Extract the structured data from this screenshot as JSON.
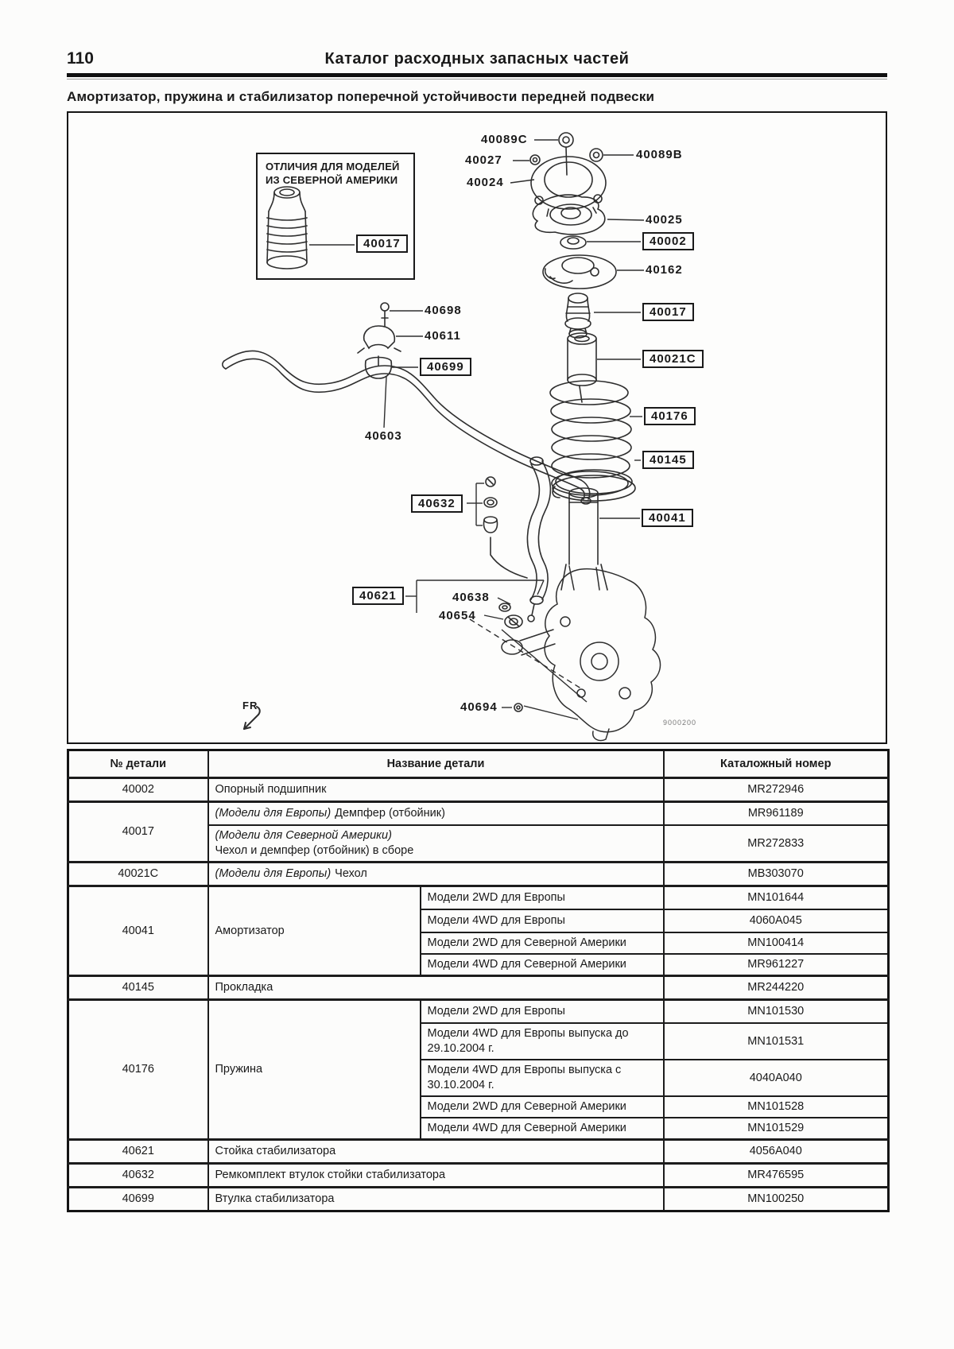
{
  "page": {
    "number": "110",
    "header_title": "Каталог расходных запасных частей",
    "section_title": "Амортизатор, пружина и стабилизатор поперечной устойчивости передней подвески"
  },
  "figure": {
    "inset": {
      "title_line1": "ОТЛИЧИЯ ДЛЯ МОДЕЛЕЙ",
      "title_line2": "ИЗ СЕВЕРНОЙ АМЕРИКИ",
      "label": "40017"
    },
    "fr_label": "FR",
    "code": "9000200",
    "labels": [
      {
        "id": "40089C",
        "text": "40089C",
        "boxed": false
      },
      {
        "id": "40089B",
        "text": "40089B",
        "boxed": false
      },
      {
        "id": "40027",
        "text": "40027",
        "boxed": false
      },
      {
        "id": "40024",
        "text": "40024",
        "boxed": false
      },
      {
        "id": "40025",
        "text": "40025",
        "boxed": false
      },
      {
        "id": "40002",
        "text": "40002",
        "boxed": true
      },
      {
        "id": "40162",
        "text": "40162",
        "boxed": false
      },
      {
        "id": "40017",
        "text": "40017",
        "boxed": true
      },
      {
        "id": "40021C",
        "text": "40021C",
        "boxed": true
      },
      {
        "id": "40176",
        "text": "40176",
        "boxed": true
      },
      {
        "id": "40145",
        "text": "40145",
        "boxed": true
      },
      {
        "id": "40041",
        "text": "40041",
        "boxed": true
      },
      {
        "id": "40698",
        "text": "40698",
        "boxed": false
      },
      {
        "id": "40611",
        "text": "40611",
        "boxed": false
      },
      {
        "id": "40699",
        "text": "40699",
        "boxed": true
      },
      {
        "id": "40603",
        "text": "40603",
        "boxed": false
      },
      {
        "id": "40632",
        "text": "40632",
        "boxed": true
      },
      {
        "id": "40621",
        "text": "40621",
        "boxed": true
      },
      {
        "id": "40638",
        "text": "40638",
        "boxed": false
      },
      {
        "id": "40654",
        "text": "40654",
        "boxed": false
      },
      {
        "id": "40694",
        "text": "40694",
        "boxed": false
      }
    ]
  },
  "table": {
    "headers": [
      "№ детали",
      "Название детали",
      "Каталожный номер"
    ],
    "groups": [
      {
        "part": "40002",
        "rows": [
          {
            "name": "Опорный подшипник",
            "code": "MR272946"
          }
        ]
      },
      {
        "part": "40017",
        "rows": [
          {
            "prefix": "(Модели для Европы)",
            "name": "Демпфер (отбойник)",
            "code": "MR961189"
          },
          {
            "prefix": "(Модели для Северной Америки)",
            "name": "Чехол и демпфер (отбойник) в сборе",
            "code": "MR272833"
          }
        ]
      },
      {
        "part": "40021C",
        "rows": [
          {
            "prefix": "(Модели для Европы)",
            "name": "Чехол",
            "code": "MB303070"
          }
        ]
      },
      {
        "part": "40041",
        "name": "Амортизатор",
        "subrows": [
          {
            "variant": "Модели 2WD для Европы",
            "code": "MN101644"
          },
          {
            "variant": "Модели 4WD для Европы",
            "code": "4060A045"
          },
          {
            "variant": "Модели 2WD для Северной Америки",
            "code": "MN100414"
          },
          {
            "variant": "Модели 4WD для Северной Америки",
            "code": "MR961227"
          }
        ]
      },
      {
        "part": "40145",
        "rows": [
          {
            "name": "Прокладка",
            "code": "MR244220"
          }
        ]
      },
      {
        "part": "40176",
        "name": "Пружина",
        "subrows": [
          {
            "variant": "Модели 2WD для Европы",
            "code": "MN101530"
          },
          {
            "variant": "Модели 4WD для Европы выпуска до 29.10.2004 г.",
            "code": "MN101531"
          },
          {
            "variant": "Модели 4WD для Европы выпуска с 30.10.2004 г.",
            "code": "4040A040"
          },
          {
            "variant": "Модели 2WD для Северной Америки",
            "code": "MN101528"
          },
          {
            "variant": "Модели 4WD для Северной Америки",
            "code": "MN101529"
          }
        ]
      },
      {
        "part": "40621",
        "rows": [
          {
            "name": "Стойка стабилизатора",
            "code": "4056A040"
          }
        ]
      },
      {
        "part": "40632",
        "rows": [
          {
            "name": "Ремкомплект втулок стойки стабилизатора",
            "code": "MR476595"
          }
        ]
      },
      {
        "part": "40699",
        "rows": [
          {
            "name": "Втулка стабилизатора",
            "code": "MN100250"
          }
        ]
      }
    ]
  }
}
